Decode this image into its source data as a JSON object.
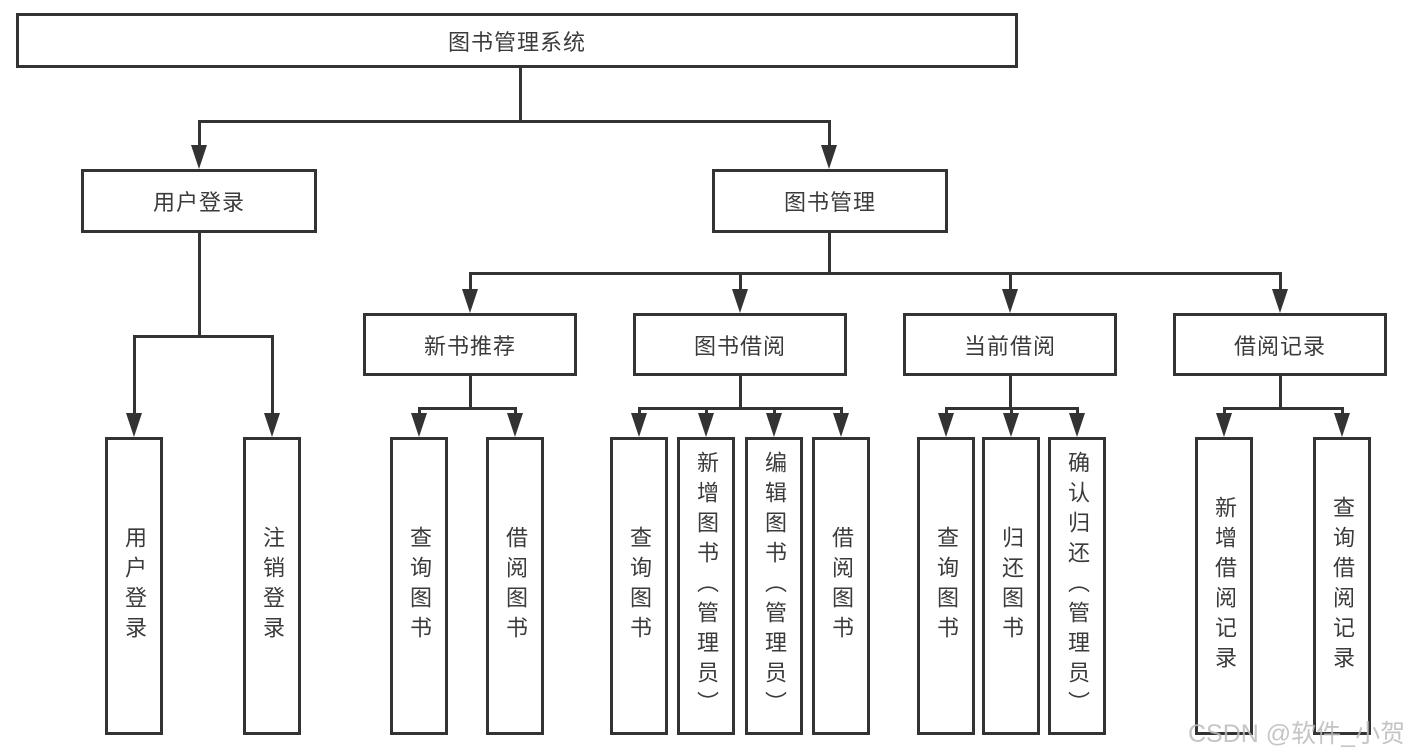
{
  "diagram": {
    "root": {
      "label": "图书管理系统"
    },
    "level2": [
      {
        "label": "用户登录"
      },
      {
        "label": "图书管理"
      }
    ],
    "level3": [
      {
        "label": "新书推荐"
      },
      {
        "label": "图书借阅"
      },
      {
        "label": "当前借阅"
      },
      {
        "label": "借阅记录"
      }
    ],
    "leaves": {
      "login": [
        "用户登录",
        "注销登录"
      ],
      "recommend": [
        "查询图书",
        "借阅图书"
      ],
      "borrow": [
        "查询图书",
        "新增图书（管理员）",
        "编辑图书（管理员）",
        "借阅图书"
      ],
      "current": [
        "查询图书",
        "归还图书",
        "确认归还（管理员）"
      ],
      "records": [
        "新增借阅记录",
        "查询借阅记录"
      ]
    }
  },
  "watermark": {
    "text": "CSDN @软件_小贺同学"
  },
  "colors": {
    "line": "#333333",
    "text": "#3b3b3b",
    "box_background": "#ffffff",
    "page_background": "#ffffff",
    "watermark": "#bcbcbc"
  }
}
